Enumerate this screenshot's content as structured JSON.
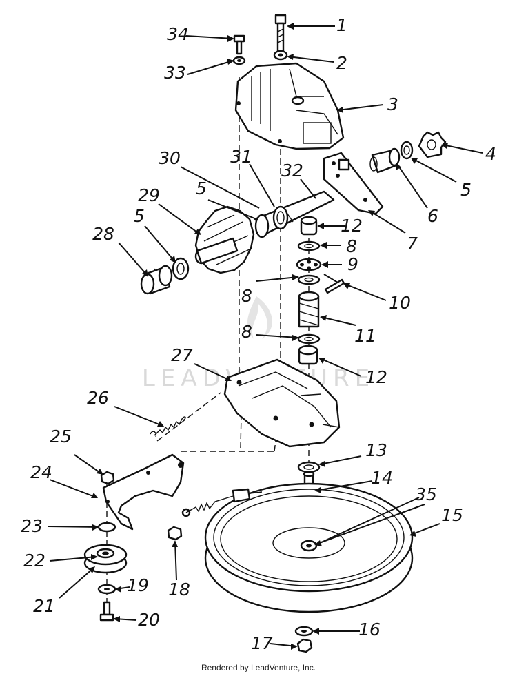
{
  "watermark": {
    "text": "LEADVENTURE"
  },
  "credit": "Rendered by LeadVenture, Inc.",
  "callouts": [
    {
      "id": "c1",
      "label": "1"
    },
    {
      "id": "c2",
      "label": "2"
    },
    {
      "id": "c3",
      "label": "3"
    },
    {
      "id": "c4",
      "label": "4"
    },
    {
      "id": "c5a",
      "label": "5"
    },
    {
      "id": "c6",
      "label": "6"
    },
    {
      "id": "c7",
      "label": "7"
    },
    {
      "id": "c8a",
      "label": "8"
    },
    {
      "id": "c9",
      "label": "9"
    },
    {
      "id": "c10",
      "label": "10"
    },
    {
      "id": "c11",
      "label": "11"
    },
    {
      "id": "c12a",
      "label": "12"
    },
    {
      "id": "c12b",
      "label": "12"
    },
    {
      "id": "c13",
      "label": "13"
    },
    {
      "id": "c14",
      "label": "14"
    },
    {
      "id": "c15",
      "label": "15"
    },
    {
      "id": "c16",
      "label": "16"
    },
    {
      "id": "c17",
      "label": "17"
    },
    {
      "id": "c18",
      "label": "18"
    },
    {
      "id": "c19",
      "label": "19"
    },
    {
      "id": "c20",
      "label": "20"
    },
    {
      "id": "c21",
      "label": "21"
    },
    {
      "id": "c22",
      "label": "22"
    },
    {
      "id": "c23",
      "label": "23"
    },
    {
      "id": "c24",
      "label": "24"
    },
    {
      "id": "c25",
      "label": "25"
    },
    {
      "id": "c26",
      "label": "26"
    },
    {
      "id": "c27",
      "label": "27"
    },
    {
      "id": "c28",
      "label": "28"
    },
    {
      "id": "c29",
      "label": "29"
    },
    {
      "id": "c5b",
      "label": "5"
    },
    {
      "id": "c5c",
      "label": "5"
    },
    {
      "id": "c30",
      "label": "30"
    },
    {
      "id": "c31",
      "label": "31"
    },
    {
      "id": "c32",
      "label": "32"
    },
    {
      "id": "c33",
      "label": "33"
    },
    {
      "id": "c34",
      "label": "34"
    },
    {
      "id": "c8b",
      "label": "8"
    },
    {
      "id": "c8c",
      "label": "8"
    },
    {
      "id": "c35",
      "label": "35"
    }
  ]
}
